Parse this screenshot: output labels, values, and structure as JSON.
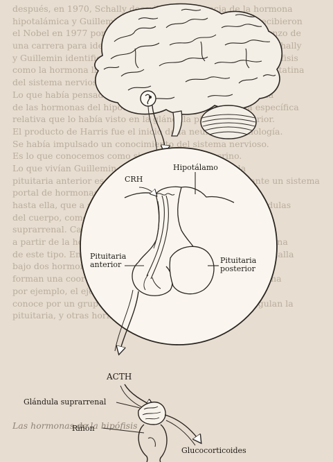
{
  "background_text": [
    "después, en 1970, Schally describió la secuencia de la hormona",
    "hipotalámica y Guillemin lo hizo poco después. Los dos recibieron",
    "el Nobel en 1977 por este descubrimiento que fue el comienzo de",
    "una carrera para identificar las hormonas del hipotálamo. Schally",
    "y Guillemin identificaron otras hormonas que regulan la hipófisis",
    "como la hormona liberadora de gonadotropinas y la somatostatina",
    "del sistema nervioso, un área a la que han dedicado su vida.",
    "Lo que había pensado Harris era correcto, ya que cada una",
    "de las hormonas del hipotálamo controla una hormona específica",
    "relativa que lo había visto en la glándula pituitaria anterior.",
    "El producto de Harris fue el inicio de la neuroendocrinología.",
    "Se había impulsado un conocimiento del sistema nervioso.",
    "Es lo que conocemos como sistema neuroendocrino.",
    "Lo que vivían Guillemin y Schally fue que la glándula",
    "pituitaria anterior es regulada por el hipotálamo mediante un sistema",
    "portal de hormonas liberadoras e inhibidoras que llegan",
    "hasta ella, que a su vez regula las hormonas de otras glándulas",
    "del cuerpo, como la tiroides, las gónadas o la corteza",
    "suprarrenal. Cada una de ellas está bajo un control doble",
    "a partir de la hormona y de la glándula. Es una única hormona",
    "de este tipo. En otros casos una hormona de la hipófisis se halla",
    "bajo dos hormonas, una liberadora y otra inhibidora que",
    "forman una coordinada doble control. Para el estrés, hay una",
    "por ejemplo, el eje del sistema del estrés, como el que se",
    "conoce por un grupo de hormonas hipotalámicas que regulan la",
    "pituitaria, y otras hormonas que son inhibidoras.",
    "",
    "",
    "",
    "",
    "",
    "",
    "",
    "",
    "Las hormonas de la hipófisis",
    "",
    ""
  ],
  "labels": {
    "crh": "CRH",
    "hypothalamus": "Hipotálamo",
    "anterior_pituitary_line1": "Pituitaria",
    "anterior_pituitary_line2": "anterior",
    "posterior_pituitary_line1": "Pituitaria",
    "posterior_pituitary_line2": "posterior",
    "acth": "ACTH",
    "adrenal_gland": "Glándula suprarrenal",
    "kidney": "Riñón",
    "glucocorticoids": "Glucocorticoides"
  },
  "colors": {
    "ink": "#2a2520",
    "paper": "#f0eae0",
    "background": "#e7ddd0"
  }
}
